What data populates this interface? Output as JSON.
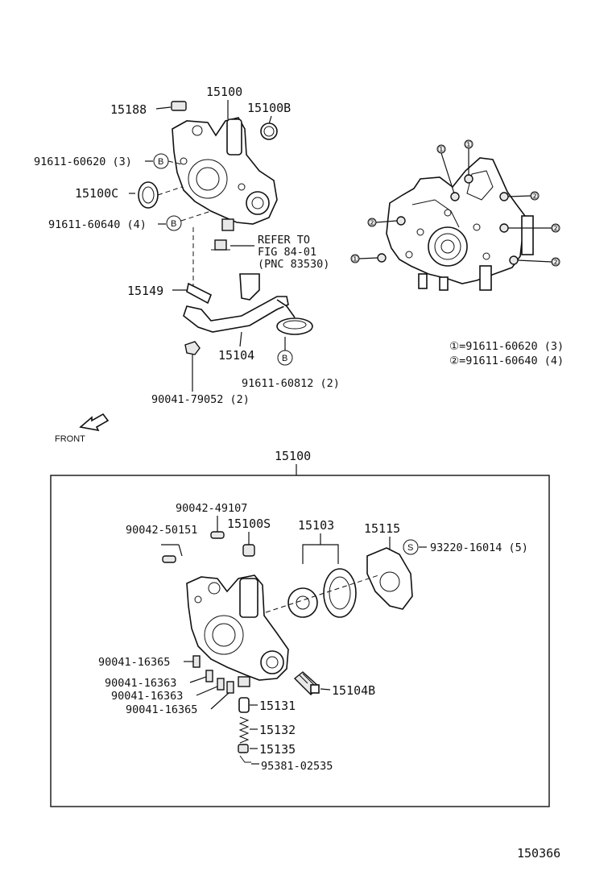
{
  "top": {
    "label_15100": "15100",
    "label_15188": "15188",
    "label_15100B": "15100B",
    "label_91611_60620": "91611-60620 (3)",
    "label_15100C": "15100C",
    "label_91611_60640": "91611-60640 (4)",
    "refer_1": "REFER TO",
    "refer_2": "FIG 84-01",
    "refer_3": "(PNC 83530)",
    "label_15149": "15149",
    "label_15104": "15104",
    "label_91611_60812": "91611-60812 (2)",
    "label_90041_79052": "90041-79052 (2)",
    "front": "FRONT",
    "badge_b": "B",
    "legend_1": "①=91611-60620 (3)",
    "legend_2": "②=91611-60640 (4)",
    "mark_1": "①",
    "mark_2": "②"
  },
  "assembly": {
    "title": "15100",
    "label_90042_49107": "90042-49107",
    "label_90042_50151": "90042-50151",
    "label_15100S": "15100S",
    "label_15103": "15103",
    "label_15115": "15115",
    "badge_s": "S",
    "label_93220_16014": "93220-16014 (5)",
    "label_90041_16365a": "90041-16365",
    "label_90041_16363a": "90041-16363",
    "label_90041_16363b": "90041-16363",
    "label_90041_16365b": "90041-16365",
    "label_15104B": "15104B",
    "label_15131": "15131",
    "label_15132": "15132",
    "label_15135": "15135",
    "label_95381_02535": "95381-02535"
  },
  "figure_number": "150366"
}
